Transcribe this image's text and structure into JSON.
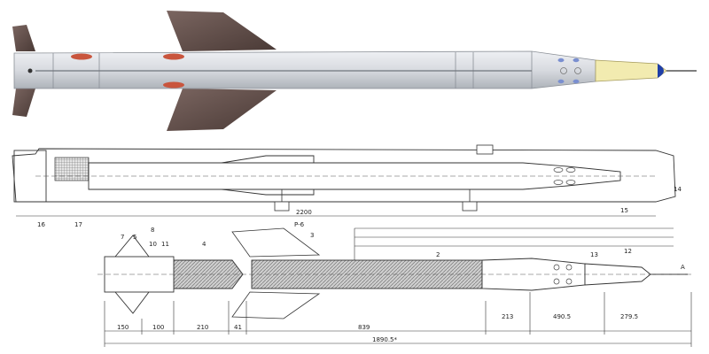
{
  "rendering": {
    "dimensions_fig2": {
      "d1": "2200"
    },
    "labels_fig2": {
      "l16": "16",
      "l17": "17",
      "l15": "15",
      "l14": "14"
    },
    "labels_fig3": {
      "p6": "P-6",
      "n3": "3",
      "n10": "10",
      "n11": "11",
      "n4": "4",
      "n8": "8",
      "n2": "2",
      "n13": "13",
      "n12": "12",
      "nA": "A",
      "n5": "5",
      "n7": "7"
    },
    "dimensions_fig3": {
      "d150": "150",
      "d100": "100",
      "d210": "210",
      "d41": "41",
      "d839": "839",
      "d213": "213",
      "d490": "490.5",
      "d279": "279.5",
      "total": "1890.5*"
    },
    "colors": {
      "body": "#d8dbe0",
      "body_shade": "#b9bdc4",
      "fin": "#5c4a45",
      "nose_cap": "#1f3fa8",
      "radome": "#f2ebb0",
      "port": "#c9553d",
      "window": "#7a8fd0",
      "hatch": "#888888"
    }
  }
}
